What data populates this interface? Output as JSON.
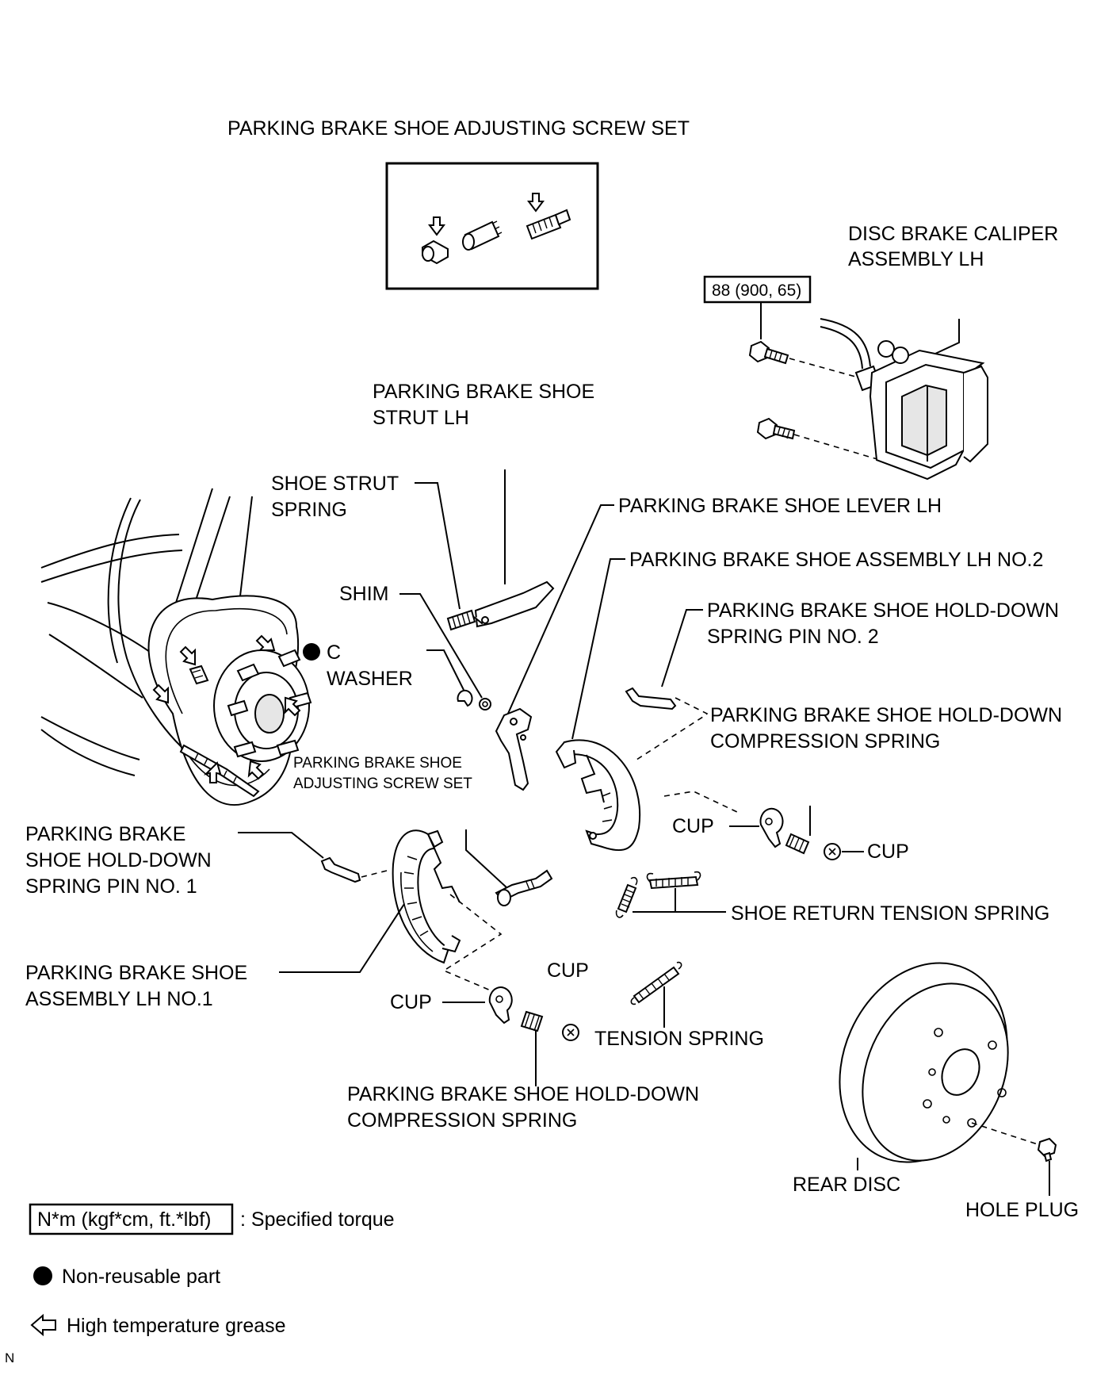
{
  "labels": {
    "adj_screw_set_top": "PARKING BRAKE SHOE ADJUSTING SCREW SET",
    "caliper_1": "DISC BRAKE CALIPER",
    "caliper_2": "ASSEMBLY LH",
    "torque_value": "88 (900, 65)",
    "strut_1": "PARKING BRAKE SHOE",
    "strut_2": "STRUT LH",
    "strut_spring_1": "SHOE STRUT",
    "strut_spring_2": "SPRING",
    "lever": "PARKING BRAKE SHOE LEVER LH",
    "shoe_no2": "PARKING BRAKE SHOE ASSEMBLY LH NO.2",
    "shim": "SHIM",
    "pin_no2_1": "PARKING BRAKE SHOE HOLD-DOWN",
    "pin_no2_2": "SPRING PIN NO. 2",
    "c_marker": "C",
    "washer": "WASHER",
    "comp_spring_right_1": "PARKING BRAKE SHOE HOLD-DOWN",
    "comp_spring_right_2": "COMPRESSION SPRING",
    "adj_screw_set_mid_1": "PARKING BRAKE SHOE",
    "adj_screw_set_mid_2": "ADJUSTING SCREW SET",
    "cup_right_1": "CUP",
    "cup_right_2": "CUP",
    "pin_no1_1": "PARKING BRAKE",
    "pin_no1_2": "SHOE HOLD-DOWN",
    "pin_no1_3": "SPRING PIN NO. 1",
    "return_spring": "SHOE RETURN TENSION SPRING",
    "shoe_no1_1": "PARKING BRAKE SHOE",
    "shoe_no1_2": "ASSEMBLY LH NO.1",
    "cup_bottom_1": "CUP",
    "cup_bottom_2": "CUP",
    "tension_spring": "TENSION SPRING",
    "comp_spring_bottom_1": "PARKING BRAKE SHOE HOLD-DOWN",
    "comp_spring_bottom_2": "COMPRESSION SPRING",
    "rear_disc": "REAR DISC",
    "hole_plug": "HOLE PLUG"
  },
  "legend": {
    "torque_box": "N*m (kgf*cm, ft.*lbf)",
    "torque_desc": ": Specified torque",
    "non_reusable": "Non-reusable part",
    "grease": "High temperature grease"
  },
  "corner_mark": "N"
}
